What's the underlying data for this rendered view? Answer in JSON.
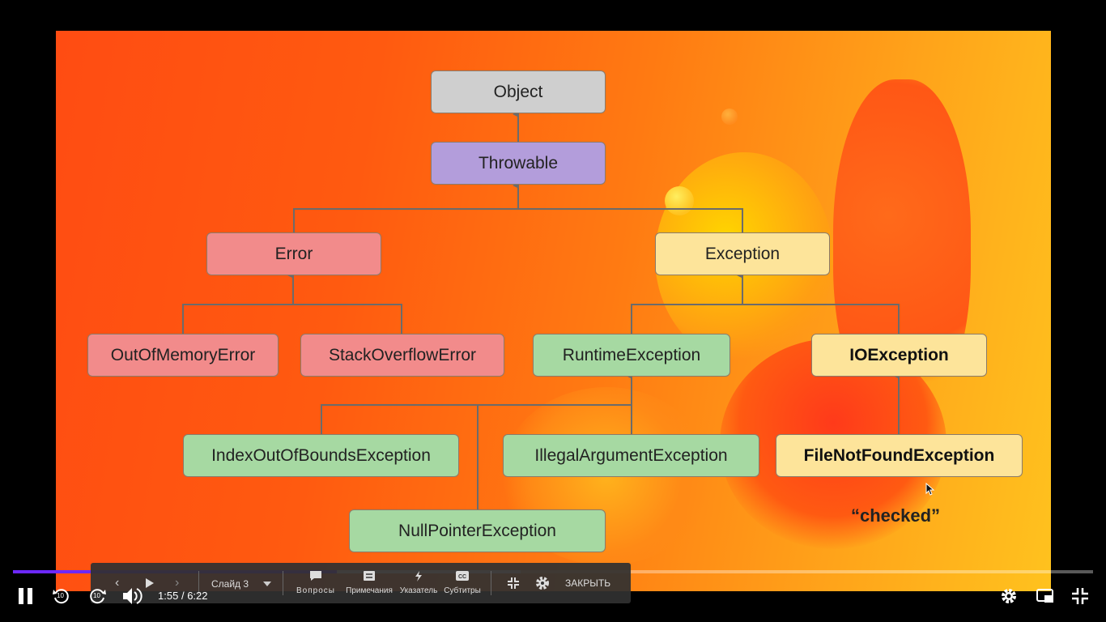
{
  "diagram": {
    "nodes": {
      "object": "Object",
      "throwable": "Throwable",
      "error": "Error",
      "exception": "Exception",
      "out_of_memory": "OutOfMemoryError",
      "stack_overflow": "StackOverflowError",
      "runtime": "RuntimeException",
      "io": "IOException",
      "index_oob": "IndexOutOfBoundsException",
      "illegal_arg": "IllegalArgumentException",
      "file_not_found": "FileNotFoundException",
      "null_pointer": "NullPointerException"
    },
    "note": "“checked”",
    "colors": {
      "object": "#cfcfcf",
      "throwable": "#b39ddb",
      "error": "#f28b8b",
      "exception": "#fde49a",
      "runtime": "#a6d9a2"
    }
  },
  "menu": {
    "slide_label": "Слайд 3",
    "questions": "Вопросы",
    "notes": "Примечания",
    "pointer": "Указатель",
    "subtitles": "Субтитры",
    "close": "ЗАКРЫТЬ"
  },
  "player": {
    "current_time": "1:55",
    "separator": "/",
    "duration": "6:22",
    "progress_fraction": 0.3,
    "buffered_fraction": 0.47,
    "played_color": "#6d28ff",
    "skip_back": "10",
    "skip_forward": "10"
  }
}
